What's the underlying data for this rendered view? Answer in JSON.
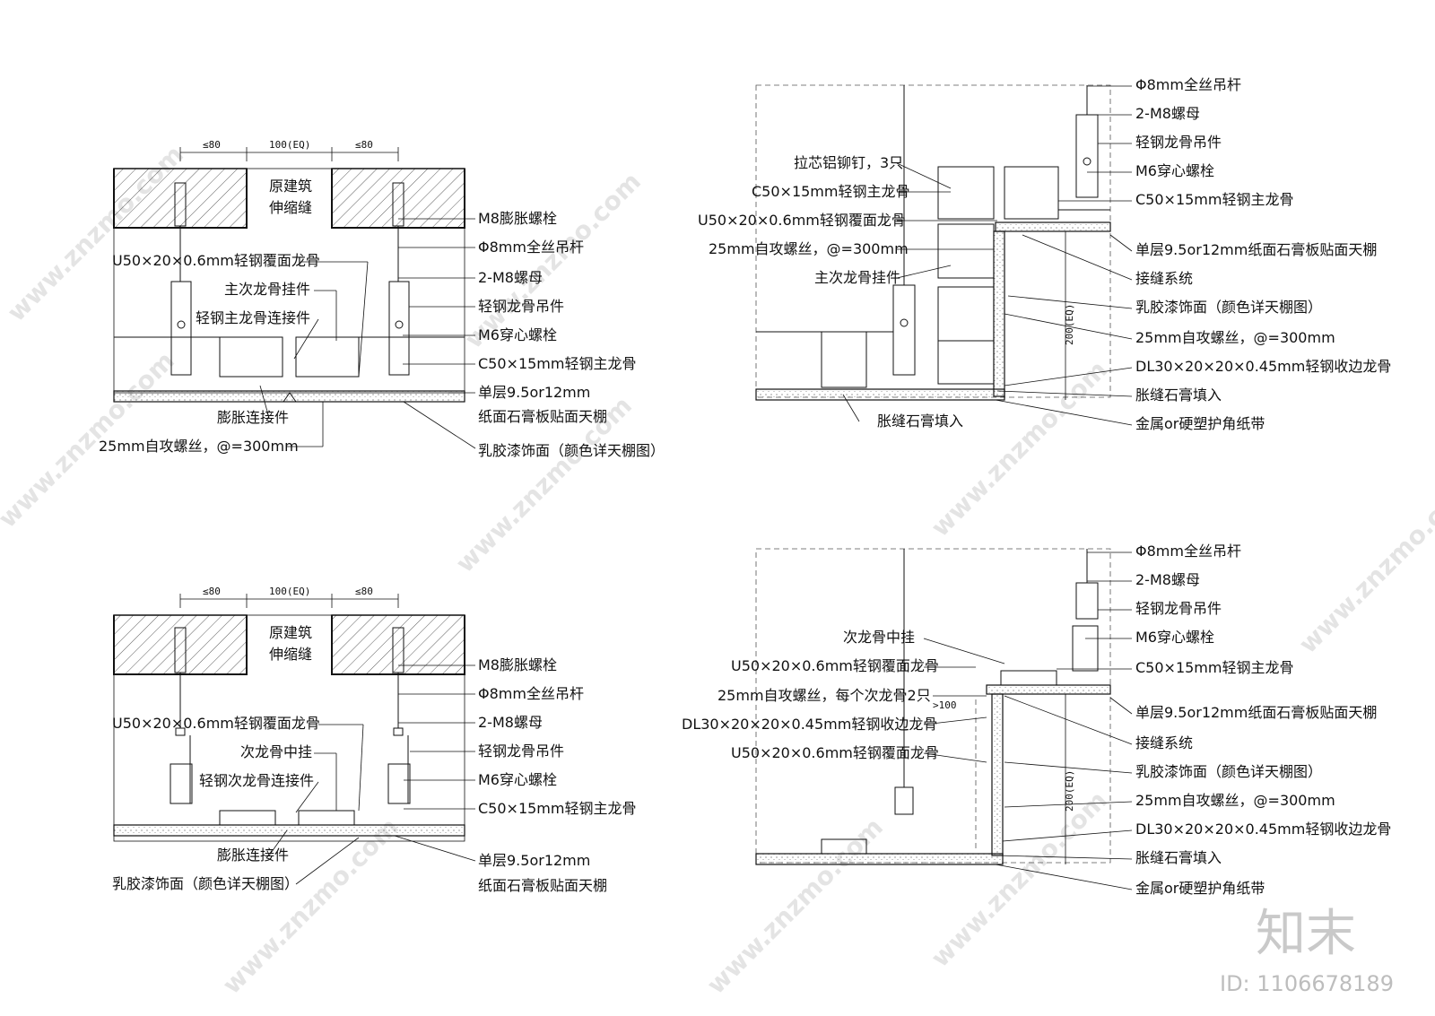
{
  "watermark": {
    "text": "www.znzmo.com",
    "brand": "知末",
    "id": "ID: 1106678189"
  },
  "dims": {
    "le80": "≤80",
    "eq100": "100(EQ)",
    "eq200": "200(EQ)",
    "gt100": ">100"
  },
  "d1": {
    "orig": [
      "原建筑",
      "伸缩缝"
    ],
    "labels": {
      "m8bolt": "M8膨胀螺栓",
      "rod": "Φ8mm全丝吊杆",
      "u50": "U50×20×0.6mm轻钢覆面龙骨",
      "nut": "2-M8螺母",
      "hanger": "主次龙骨挂件",
      "hangpc": "轻钢龙骨吊件",
      "conn": "轻钢主龙骨连接件",
      "m6": "M6穿心螺栓",
      "c50": "C50×15mm轻钢主龙骨",
      "board1": "单层9.5or12mm",
      "board2": "纸面石膏板贴面天棚",
      "expconn": "膨胀连接件",
      "screw": "25mm自攻螺丝，@=300mm",
      "paint": "乳胶漆饰面（颜色详天棚图）"
    }
  },
  "d2": {
    "labels": {
      "rivet": "拉芯铝铆钉，3只",
      "c50": "C50×15mm轻钢主龙骨",
      "u50": "U50×20×0.6mm轻钢覆面龙骨",
      "screw": "25mm自攻螺丝，@=300mm",
      "hanger": "主次龙骨挂件",
      "gypfill": "胀缝石膏填入",
      "rod": "Φ8mm全丝吊杆",
      "nut": "2-M8螺母",
      "hangpc": "轻钢龙骨吊件",
      "m6": "M6穿心螺栓",
      "c50r": "C50×15mm轻钢主龙骨",
      "board": "单层9.5or12mm纸面石膏板贴面天棚",
      "joint": "接缝系统",
      "paint": "乳胶漆饰面（颜色详天棚图）",
      "screw2": "25mm自攻螺丝，@=300mm",
      "dl30": "DL30×20×20×0.45mm轻钢收边龙骨",
      "gypfill2": "胀缝石膏填入",
      "corner": "金属or硬塑护角纸带"
    }
  },
  "d3": {
    "orig": [
      "原建筑",
      "伸缩缝"
    ],
    "labels": {
      "m8bolt": "M8膨胀螺栓",
      "rod": "Φ8mm全丝吊杆",
      "u50": "U50×20×0.6mm轻钢覆面龙骨",
      "nut": "2-M8螺母",
      "mid": "次龙骨中挂",
      "hangpc": "轻钢龙骨吊件",
      "conn": "轻钢次龙骨连接件",
      "m6": "M6穿心螺栓",
      "c50": "C50×15mm轻钢主龙骨",
      "expconn": "膨胀连接件",
      "board1": "单层9.5or12mm",
      "board2": "纸面石膏板贴面天棚",
      "paint": "乳胶漆饰面（颜色详天棚图）"
    }
  },
  "d4": {
    "labels": {
      "mid": "次龙骨中挂",
      "u50a": "U50×20×0.6mm轻钢覆面龙骨",
      "screw": "25mm自攻螺丝，每个次龙骨2只",
      "dl30": "DL30×20×20×0.45mm轻钢收边龙骨",
      "u50b": "U50×20×0.6mm轻钢覆面龙骨",
      "rod": "Φ8mm全丝吊杆",
      "nut": "2-M8螺母",
      "hangpc": "轻钢龙骨吊件",
      "m6": "M6穿心螺栓",
      "c50": "C50×15mm轻钢主龙骨",
      "board": "单层9.5or12mm纸面石膏板贴面天棚",
      "joint": "接缝系统",
      "paint": "乳胶漆饰面（颜色详天棚图）",
      "screw2": "25mm自攻螺丝，@=300mm",
      "dl30b": "DL30×20×20×0.45mm轻钢收边龙骨",
      "gypfill": "胀缝石膏填入",
      "corner": "金属or硬塑护角纸带"
    }
  }
}
